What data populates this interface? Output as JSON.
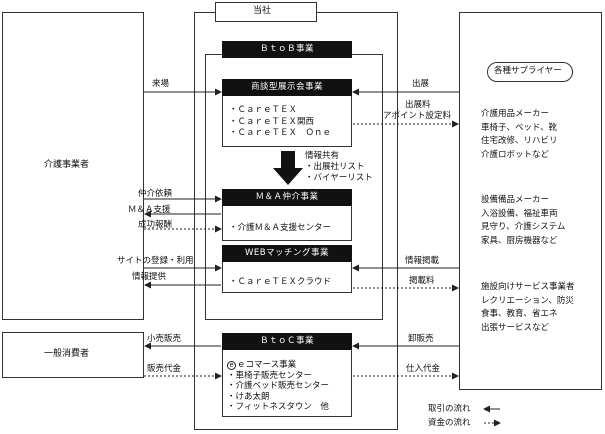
{
  "boxes": {
    "kaigo": "介護事業者",
    "ippan": "一般消費者",
    "tosha": "当社",
    "supplier": "各種サプライヤー"
  },
  "btob": {
    "header": "ＢｔｏＢ事業",
    "exhibition": {
      "header": "商談型展示会事業",
      "items": [
        "・ＣａｒｅＴＥＸ",
        "・ＣａｒｅＴＥＸ関西",
        "・ＣａｒｅＴＥＸ　Ｏｎｅ"
      ]
    },
    "info_share": {
      "title": "情報共有",
      "items": [
        "・出展社リスト",
        "・バイヤーリスト"
      ]
    },
    "ma": {
      "header": "Ｍ＆Ａ仲介事業",
      "items": [
        "・介護Ｍ＆Ａ支援センター"
      ]
    },
    "web": {
      "header": "WEBマッチング事業",
      "items": [
        "・ＣａｒｅＴＥＸクラウド"
      ]
    }
  },
  "btoc": {
    "header": "ＢｔｏＣ事業",
    "items": [
      "ｅコマース事業",
      "・車椅子販売センター",
      "・介護ベッド販売センター",
      "・けあ太朗",
      "・フィットネスタウン　他"
    ]
  },
  "suppliers": {
    "group1": [
      "介護用品メーカー",
      "車椅子、ベッド、靴",
      "住宅改修、リハビリ",
      "介護ロボットなど"
    ],
    "group2": [
      "設備備品メーカー",
      "入浴設備、福祉車両",
      "見守り、介護システム",
      "家具、厨房機器など"
    ],
    "group3": [
      "施設向けサービス事業者",
      "レクリエーション、防災",
      "食事、教育、省エネ",
      "出張サービスなど"
    ]
  },
  "flows": {
    "raijo": "来場",
    "shutten": "出展",
    "shuttenryo": [
      "出展料",
      "アポイント設定料"
    ],
    "chukai_irai": "仲介依頼",
    "ma_shien": "Ｍ＆Ａ支援",
    "seiko_hoshu": "成功報酬",
    "site_toroku": "サイトの登録・利用",
    "joho_teikyo": "情報提供",
    "joho_keisai": "情報掲載",
    "keisairyo": "掲載料",
    "kouri_hanbai": "小売販売",
    "hanbai_daikin": "販売代金",
    "oroshi_hanbai": "卸販売",
    "shiire_daikin": "仕入代金"
  },
  "legend": {
    "trade": "取引の流れ",
    "money": "資金の流れ"
  },
  "colors": {
    "line": "#222222",
    "header_bg": "#111111",
    "header_text": "#ffffff"
  }
}
